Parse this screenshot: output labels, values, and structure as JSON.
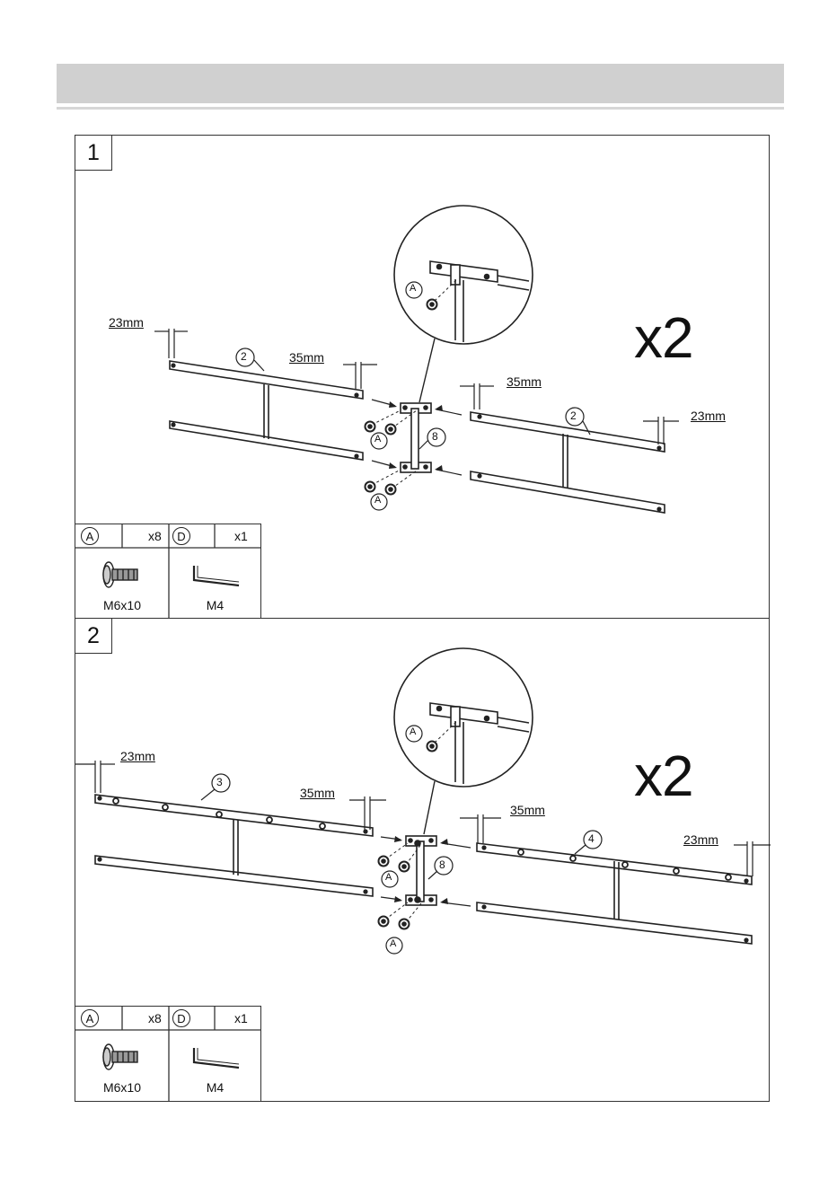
{
  "steps": [
    {
      "number": "1",
      "quantity": "x2",
      "dims": {
        "left_end": "23mm",
        "left_gap": "35mm",
        "right_gap": "35mm",
        "right_end": "23mm"
      },
      "part_callouts": {
        "left_rail": "2",
        "connector": "8",
        "right_rail": "2"
      },
      "hardware_callout": "A",
      "parts": [
        {
          "letter": "A",
          "count": "x8",
          "name": "M6x10",
          "icon": "bolt-icon"
        },
        {
          "letter": "D",
          "count": "x1",
          "name": "M4",
          "icon": "allen-key-icon"
        }
      ]
    },
    {
      "number": "2",
      "quantity": "x2",
      "dims": {
        "left_end": "23mm",
        "left_gap": "35mm",
        "right_gap": "35mm",
        "right_end": "23mm"
      },
      "part_callouts": {
        "left_rail": "3",
        "connector": "8",
        "right_rail": "4"
      },
      "hardware_callout": "A",
      "parts": [
        {
          "letter": "A",
          "count": "x8",
          "name": "M6x10",
          "icon": "bolt-icon"
        },
        {
          "letter": "D",
          "count": "x1",
          "name": "M4",
          "icon": "allen-key-icon"
        }
      ]
    }
  ],
  "colors": {
    "line": "#222222",
    "header_bar": "#d0d0d0",
    "border": "#333333"
  }
}
